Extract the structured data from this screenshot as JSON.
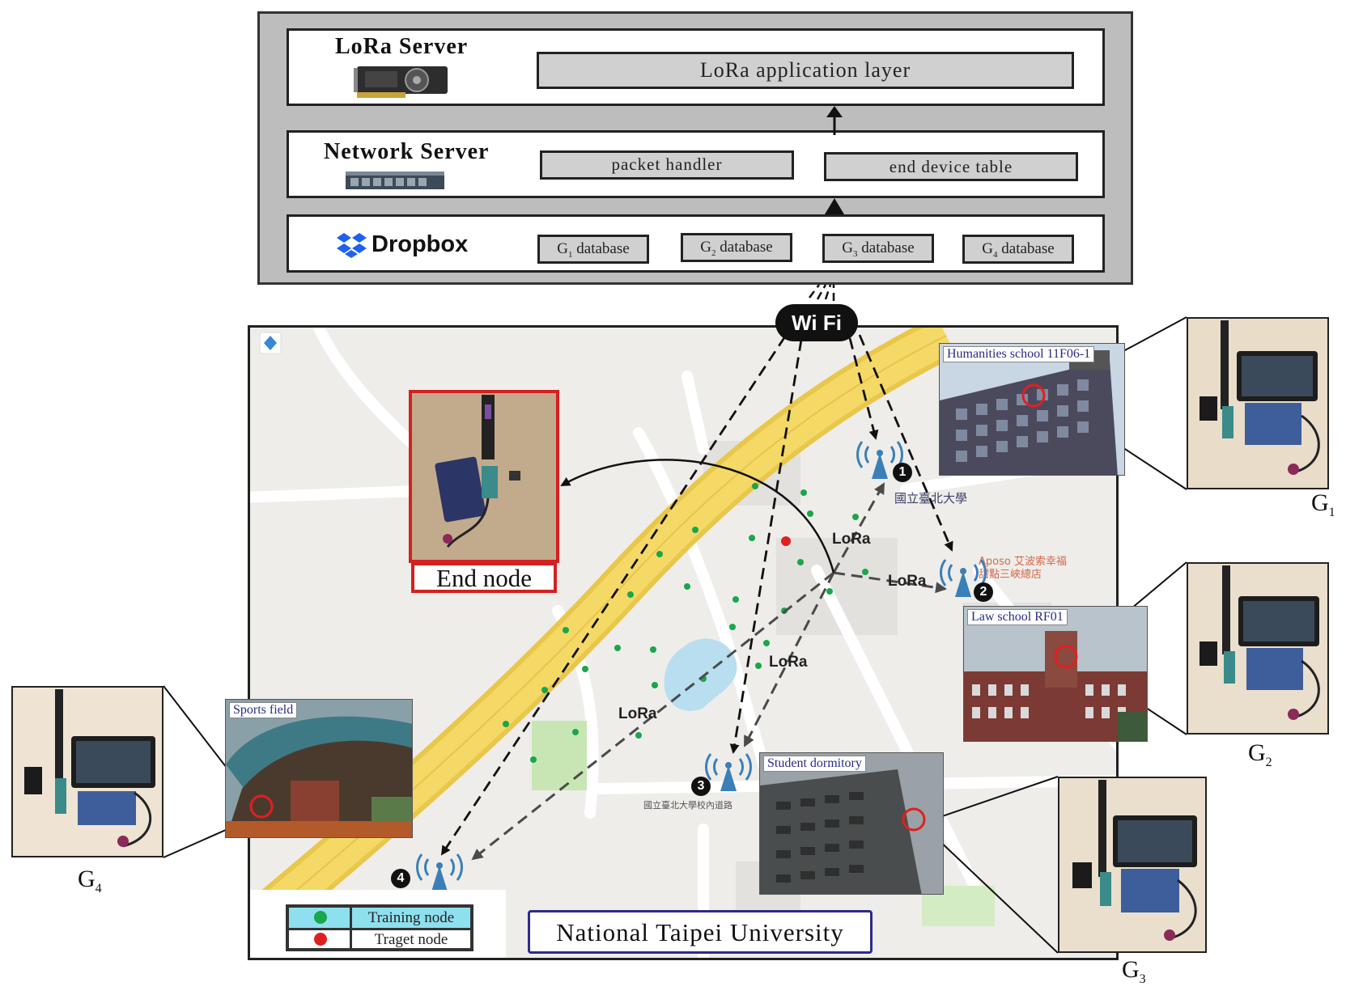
{
  "lora_server": {
    "title": "LoRa Server",
    "application_layer": "LoRa application layer"
  },
  "network_server": {
    "title": "Network Server",
    "packet_handler": "packet handler",
    "end_device_table": "end device table"
  },
  "dropbox": {
    "title": "Dropbox",
    "databases": [
      {
        "name": "G",
        "sub": "1",
        "suffix": " database"
      },
      {
        "name": "G",
        "sub": "2",
        "suffix": " database"
      },
      {
        "name": "G",
        "sub": "3",
        "suffix": " database"
      },
      {
        "name": "G",
        "sub": "4",
        "suffix": " database"
      }
    ]
  },
  "wifi": {
    "left": "Wi",
    "right": "Fi"
  },
  "end_node": {
    "label": "End node"
  },
  "sites": {
    "g1": "Humanities school  11F06-1",
    "g2": "Law  school  RF01",
    "g3": "Student dormitory",
    "g4": "Sports field"
  },
  "gateways": {
    "g1": {
      "name": "G",
      "sub": "1"
    },
    "g2": {
      "name": "G",
      "sub": "2"
    },
    "g3": {
      "name": "G",
      "sub": "3"
    },
    "g4": {
      "name": "G",
      "sub": "4"
    }
  },
  "badges": [
    "1",
    "2",
    "3",
    "4"
  ],
  "lora_label": "LoRa",
  "legend": {
    "training": "Training node",
    "target": "Traget node",
    "training_color": "#1aa64a",
    "target_color": "#e02020"
  },
  "university": "National Taipei University",
  "map_labels": {
    "campus": "國立臺北大學",
    "shop_1": "Aposo 艾波索幸福",
    "shop_2": "甜點三峽總店",
    "road": "國立臺北大學校內道路"
  },
  "colors": {
    "tower": "#3a7fb8",
    "training_node": "#1aa64a",
    "target_node": "#e02020",
    "endnode_border": "#d42020",
    "highway": "#f2d35b"
  }
}
